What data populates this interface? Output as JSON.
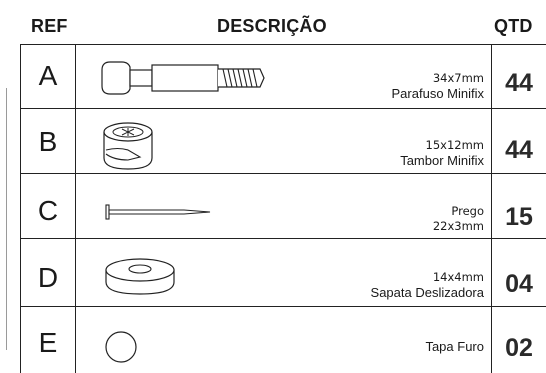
{
  "header": {
    "ref": "REF",
    "descricao": "DESCRIÇÃO",
    "qtd": "QTD"
  },
  "rows": [
    {
      "ref": "A",
      "desc_line1": "34x7mm",
      "desc_line2": "Parafuso Minifix",
      "qtd": "44",
      "icon": "minifix-screw-icon"
    },
    {
      "ref": "B",
      "desc_line1": "15x12mm",
      "desc_line2": "Tambor Minifix",
      "qtd": "44",
      "icon": "minifix-cam-icon"
    },
    {
      "ref": "C",
      "desc_line1": "Prego",
      "desc_line2": "22x3mm",
      "qtd": "15",
      "icon": "nail-icon"
    },
    {
      "ref": "D",
      "desc_line1": "14x4mm",
      "desc_line2": "Sapata Deslizadora",
      "qtd": "04",
      "icon": "glide-foot-icon"
    },
    {
      "ref": "E",
      "desc_line1": "",
      "desc_line2": "Tapa Furo",
      "qtd": "02",
      "icon": "hole-cap-icon"
    }
  ],
  "colors": {
    "line": "#222222",
    "text": "#1a1a1a"
  }
}
